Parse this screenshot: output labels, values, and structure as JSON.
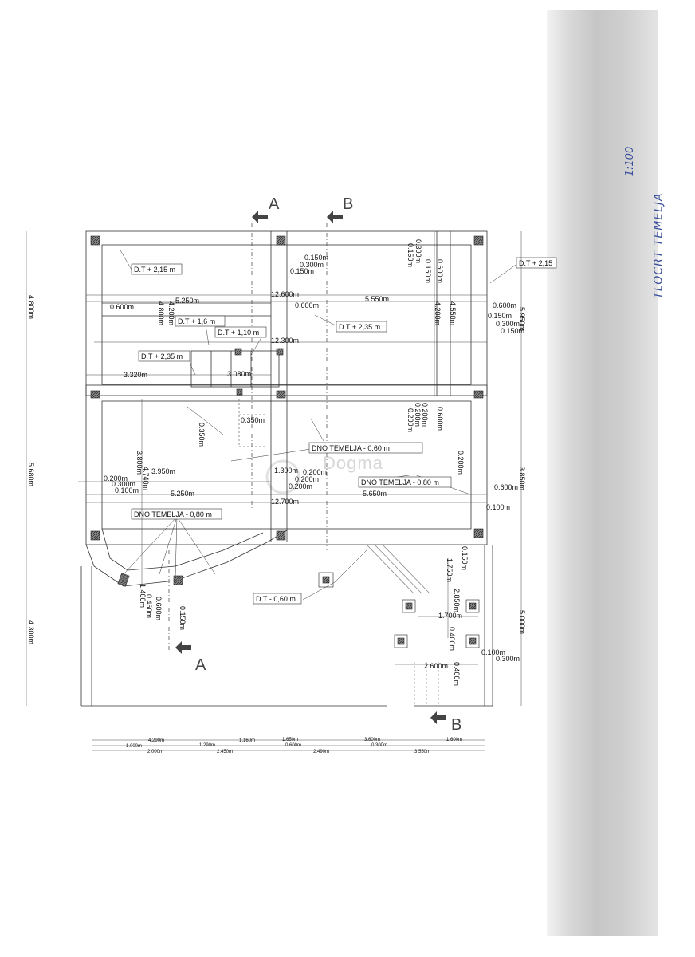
{
  "sheet": {
    "title": "TLOCRT TEMELJA",
    "scale": "1:100"
  },
  "sections": {
    "a": "A",
    "b": "B"
  },
  "watermark": "Dogma",
  "boxes": {
    "dt215_left": "D.T + 2,15 m",
    "dt215_right": "D.T + 2,15",
    "dt16": "D.T + 1,6 m",
    "dt110": "D.T + 1,10 m",
    "dt235_a": "D.T + 2,35 m",
    "dt235_b": "D.T + 2,35 m",
    "dno060": "DNO TEMELJA - 0,60 m",
    "dno080_right": "DNO TEMELJA - 0,80 m",
    "dno080_left": "DNO TEMELJA - 0,80 m",
    "dt060": "D.T - 0,60 m"
  },
  "dims": {
    "d12600": "12.600m",
    "d5250a": "5.250m",
    "d0600": "0.600m",
    "d5550": "5.550m",
    "d12300": "12.300m",
    "d3320": "3.320m",
    "d3080": "3.080m",
    "d0350": "0.350m",
    "d3950": "3.950m",
    "d1300": "1.300m",
    "d0200": "0.200m",
    "d0300": "0.300m",
    "d0100": "0.100m",
    "d5250b": "5.250m",
    "d5650": "5.650m",
    "d12700": "12.700m",
    "d0150": "0.150m",
    "d1700": "1.700m",
    "d2600": "2.600m",
    "d0400": "0.400m",
    "d4800": "4.800m",
    "d4200": "4.200m",
    "d3800": "3.800m",
    "d4740": "4.740m",
    "d1400": "1.400m",
    "d0460": "0.460m",
    "d1750": "1.750m",
    "d2850": "2.850m",
    "d4550": "4.550m",
    "d5950": "5.950m",
    "d3850": "3.850m",
    "d5000": "5.000m",
    "d5680": "5.680m",
    "d4300": "4.300m"
  },
  "bottom_dims": {
    "r1": [
      "4.290m",
      "1.290m",
      "1.160m",
      "1.650m",
      "3.600m",
      "1.600m"
    ],
    "r2": [
      "1.000m",
      "0.600m",
      "0.300m"
    ],
    "r3": [
      "2.000m",
      "2.450m",
      "2.490m",
      "3.550m"
    ]
  }
}
